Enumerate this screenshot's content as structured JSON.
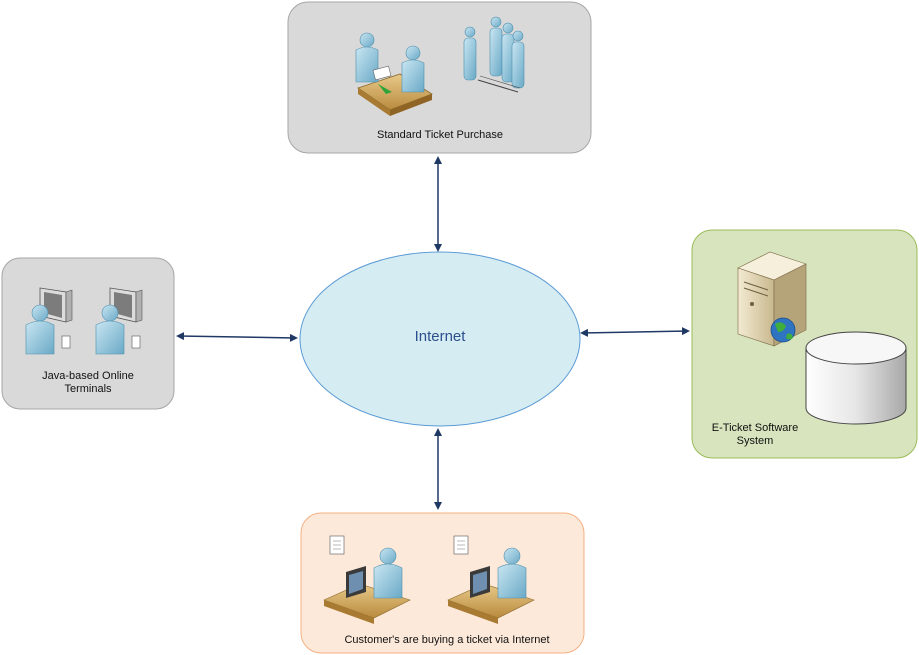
{
  "nodes": {
    "standard": {
      "label": "Standard Ticket Purchase"
    },
    "terminals": {
      "label": "Java-based Online Terminals"
    },
    "internet": {
      "label": "Internet"
    },
    "eticket": {
      "label": "E-Ticket Software System"
    },
    "customers": {
      "label": "Customer's are buying a ticket via Internet"
    }
  },
  "edges": [
    {
      "from": "standard",
      "to": "internet",
      "direction": "both"
    },
    {
      "from": "terminals",
      "to": "internet",
      "direction": "both"
    },
    {
      "from": "eticket",
      "to": "internet",
      "direction": "both"
    },
    {
      "from": "customers",
      "to": "internet",
      "direction": "both"
    }
  ],
  "colors": {
    "gray_box_fill": "#d9d9d9",
    "gray_box_stroke": "#a6a6a6",
    "green_box_fill": "#d7e4bd",
    "green_box_stroke": "#9bbb59",
    "orange_box_fill": "#fde9d9",
    "orange_box_stroke": "#f4b183",
    "internet_fill": "#d6ecf3",
    "internet_stroke": "#5b9bd5",
    "arrow": "#1f3864",
    "person": "#8fc3d9"
  }
}
